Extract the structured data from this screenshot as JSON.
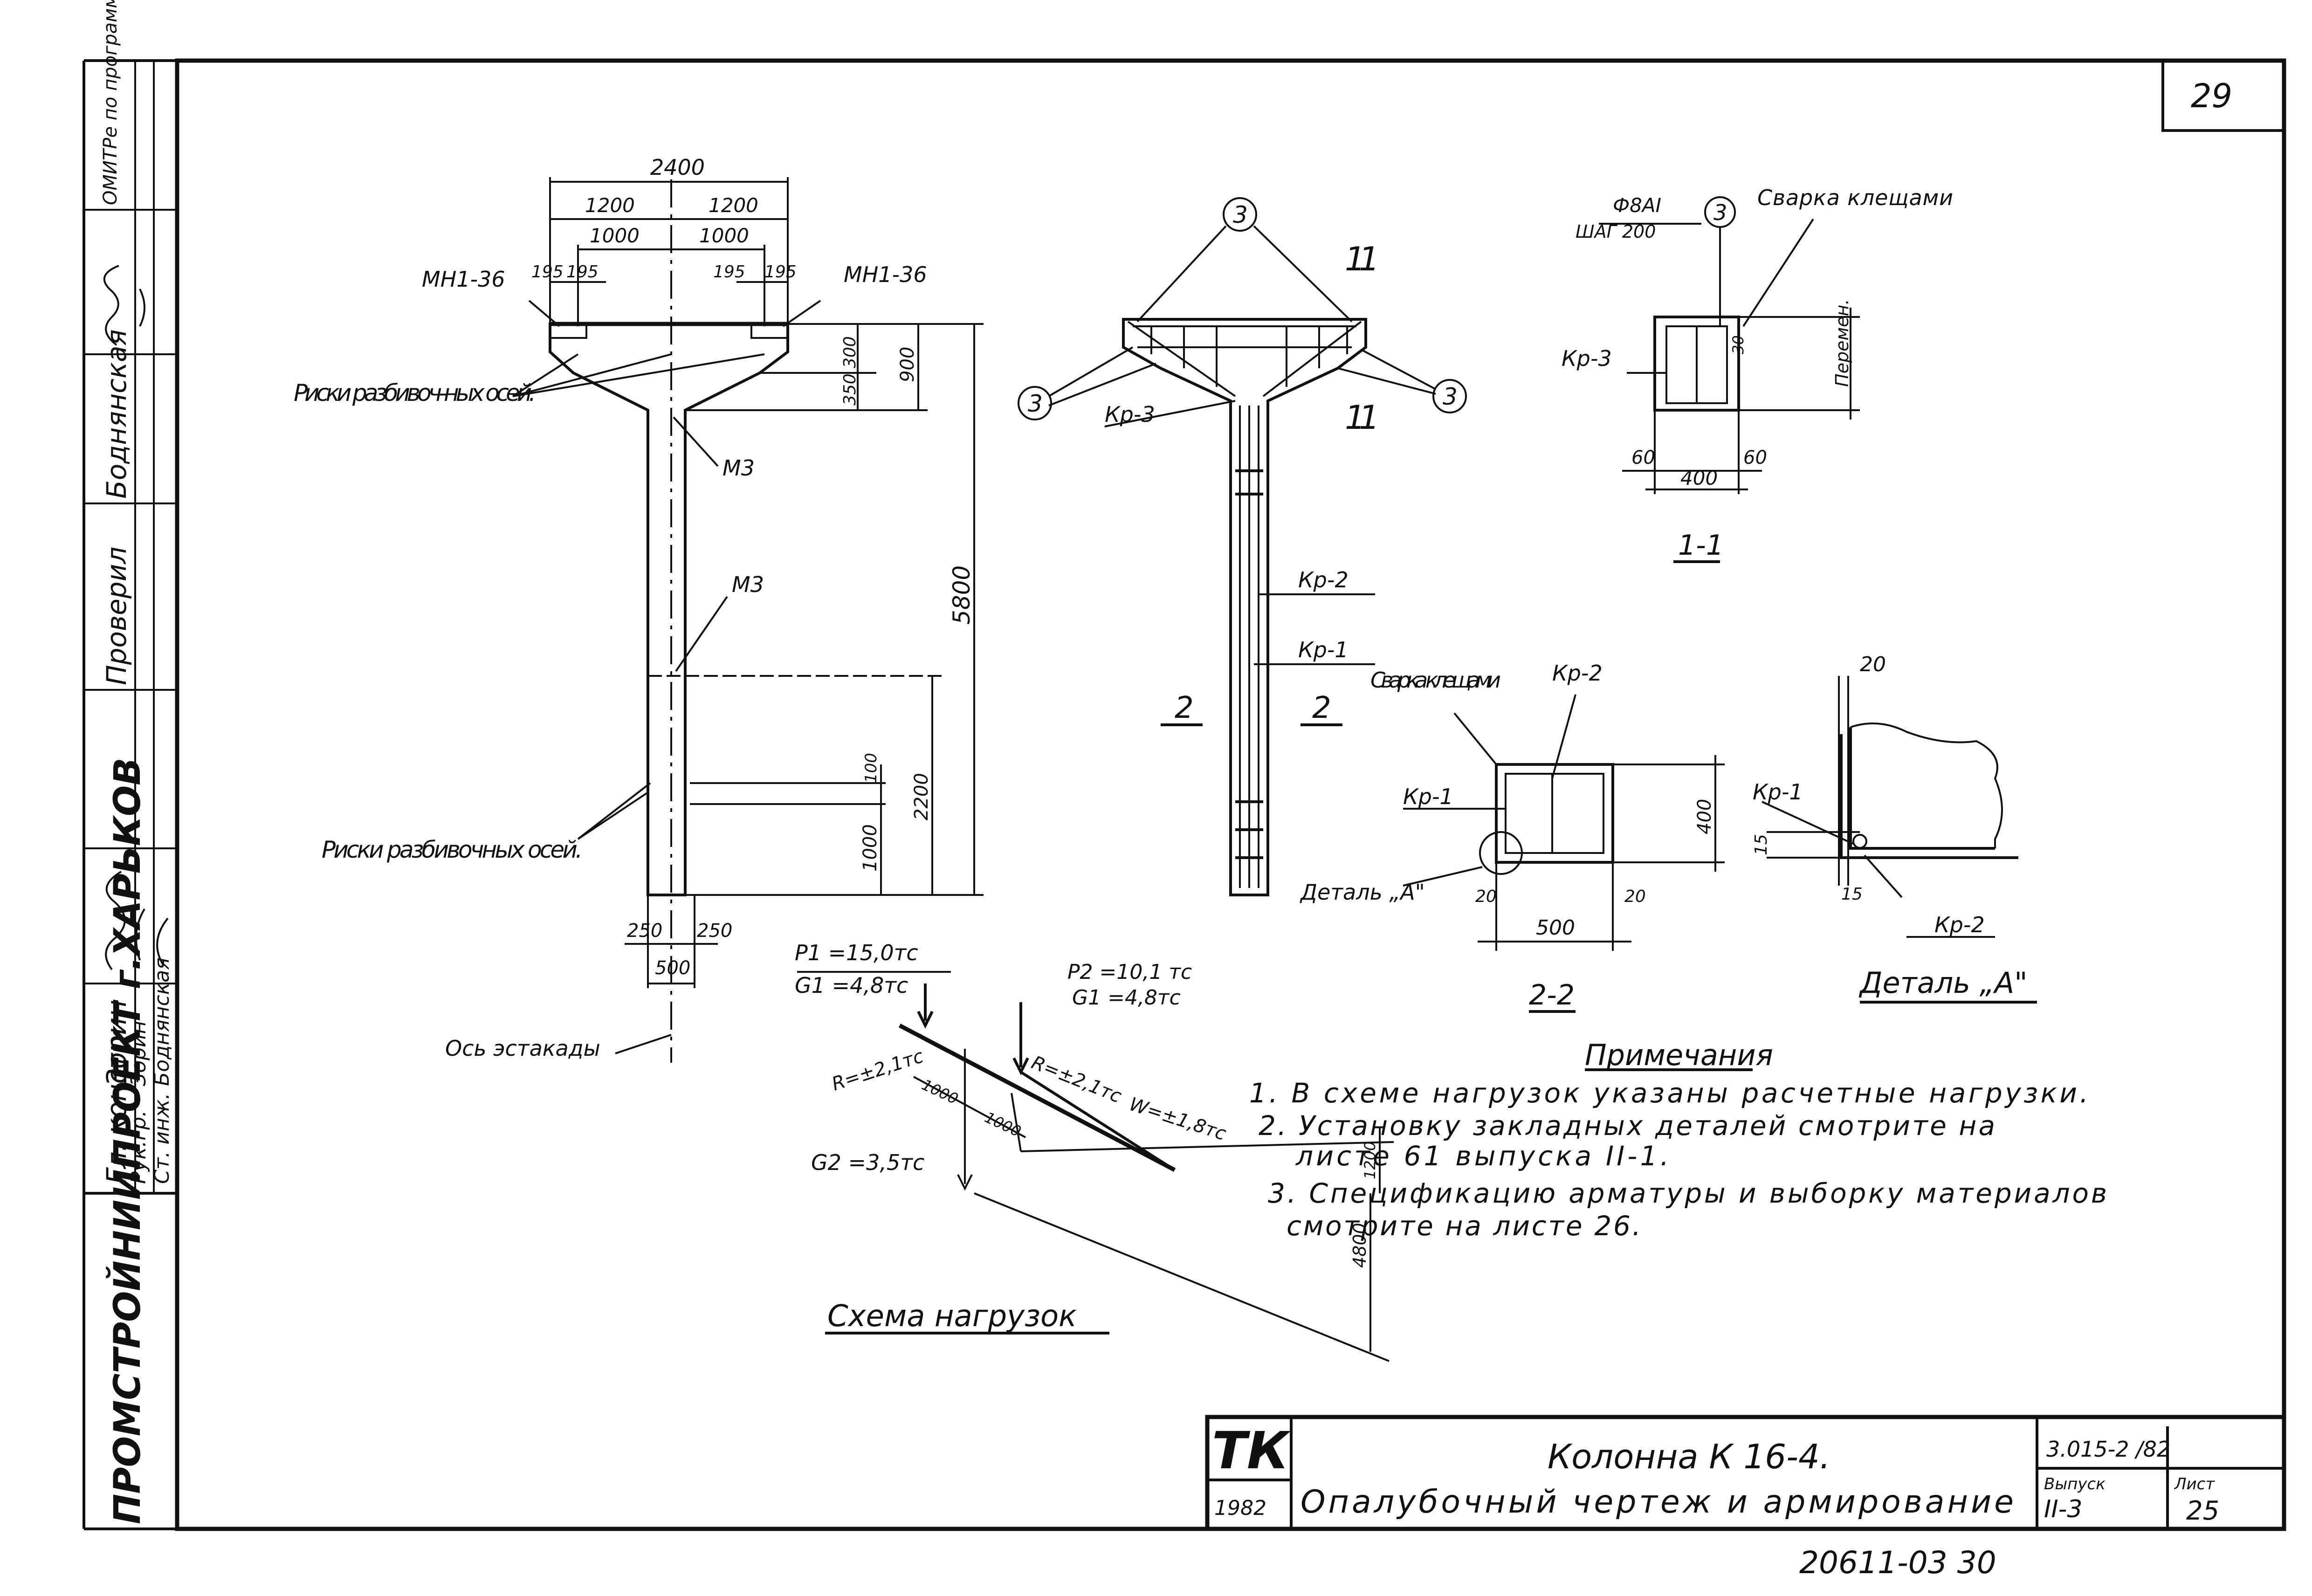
{
  "sheet": {
    "sheet_number": "29",
    "bottom_code": "20611-03 30"
  },
  "left_strip": {
    "organization": "ПРОМСТРОЙНИИПРОЕКТ г.ХАРЬКОВ",
    "rows": [
      {
        "role": "Гл. констр",
        "name": "Зорин"
      },
      {
        "role": "Рук.гр.",
        "name": "Зорин"
      },
      {
        "role": "Ст. инж.",
        "name": "Боднянская"
      }
    ],
    "checked_label": "Проверил",
    "checked_name": "Боднянская",
    "reviewer_note": "ОМИТРе по программе КВС"
  },
  "elevation": {
    "dims": [
      "2400",
      "1200",
      "1200",
      "1000",
      "1000",
      "195",
      "195",
      "195",
      "195",
      "300",
      "350",
      "900",
      "5800",
      "100",
      "2200",
      "1000",
      "250",
      "250",
      "500"
    ],
    "labels": {
      "mn_left": "МН1-36",
      "mn_right": "МН1-36",
      "marks_top": "Риски разбивоч-ных осей.",
      "m3_a": "М3",
      "m3_b": "М3",
      "marks_bottom": "Риски разбивочных осей.",
      "axis": "Ось эстакады"
    }
  },
  "reinforcement": {
    "callout": "3",
    "section_mark_1": "1",
    "section_mark_2": "2",
    "labels": {
      "kr3": "Кр-3",
      "kr2": "Кр-2",
      "kr1": "Кр-1"
    }
  },
  "section_11": {
    "rebar": "Ф8АI",
    "step": "ШАГ 200",
    "callout": "3",
    "weld": "Сварка клещами",
    "kr3": "Кр-3",
    "dims": [
      "30",
      "60",
      "60",
      "400"
    ],
    "variable": "Перемен.",
    "title": "1-1"
  },
  "section_22": {
    "weld": "Сварка клещами",
    "kr2": "Кр-2",
    "kr1": "Кр-1",
    "detail": "Деталь „А\"",
    "dims": [
      "20",
      "20",
      "500",
      "400"
    ],
    "title": "2-2"
  },
  "detail_a": {
    "dims": [
      "20",
      "15",
      "15"
    ],
    "kr1": "Кр-1",
    "kr2": "Кр-2",
    "title": "Деталь „А\""
  },
  "load_scheme": {
    "p1": "P1 =15,0тс",
    "g1": "G1 =4,8тс",
    "p2": "P2 =10,1 тс",
    "g1b": "G1 =4,8тс",
    "r_left": "R=±2,1тс",
    "r_right": "R=±2,1тс",
    "w": "W=±1,8тс",
    "g2": "G2 =3,5тс",
    "dims": [
      "1000",
      "1000",
      "1200",
      "4800"
    ],
    "title": "Схема нагрузок"
  },
  "notes": {
    "heading": "Примечания",
    "items": [
      "1. В схеме нагрузок указаны расчетные нагрузки.",
      "2. Установку закладных деталей смотрите на",
      "листе 61 выпуска II-1.",
      "3. Спецификацию арматуры и выборку материалов",
      "смотрите на листе 26."
    ]
  },
  "title_block": {
    "logo": "ТК",
    "year": "1982",
    "title": "Колонна К 16-4.",
    "subtitle": "Опалубочный чертеж и армирование",
    "code": "3.015-2 /82",
    "issue_label": "Выпуск",
    "issue": "II-3",
    "sheet_label": "Лист",
    "sheet": "25"
  }
}
